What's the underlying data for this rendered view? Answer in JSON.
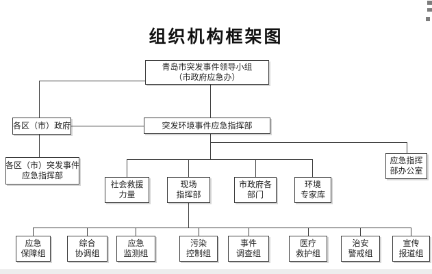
{
  "title": "组织机构框架图",
  "colors": {
    "line": "#3c3c3c",
    "box_border": "#3c3c3c",
    "background": "#ffffff"
  },
  "nodes": {
    "top": {
      "line1": "青岛市突发事件领导小组",
      "line2": "（市政府应急办）"
    },
    "district_gov": {
      "line1": "各区（市）政府"
    },
    "hq": {
      "line1": "突发环境事件应急指挥部"
    },
    "district_hq": {
      "line1": "各区（市）突发事件",
      "line2": "应急指挥部"
    },
    "office": {
      "line1": "应急指挥",
      "line2": "部办公室"
    },
    "social_rescue": {
      "line1": "社会救援",
      "line2": "力量"
    },
    "field_hq": {
      "line1": "现场",
      "line2": "指挥部"
    },
    "gov_depts": {
      "line1": "市政府各",
      "line2": "部门"
    },
    "experts": {
      "line1": "环境",
      "line2": "专家库"
    },
    "groups": [
      {
        "line1": "应急",
        "line2": "保障组"
      },
      {
        "line1": "综合",
        "line2": "协调组"
      },
      {
        "line1": "应急",
        "line2": "监测组"
      },
      {
        "line1": "污染",
        "line2": "控制组"
      },
      {
        "line1": "事件",
        "line2": "调查组"
      },
      {
        "line1": "医疗",
        "line2": "救护组"
      },
      {
        "line1": "治安",
        "line2": "警戒组"
      },
      {
        "line1": "宣传",
        "line2": "报道组"
      }
    ]
  }
}
